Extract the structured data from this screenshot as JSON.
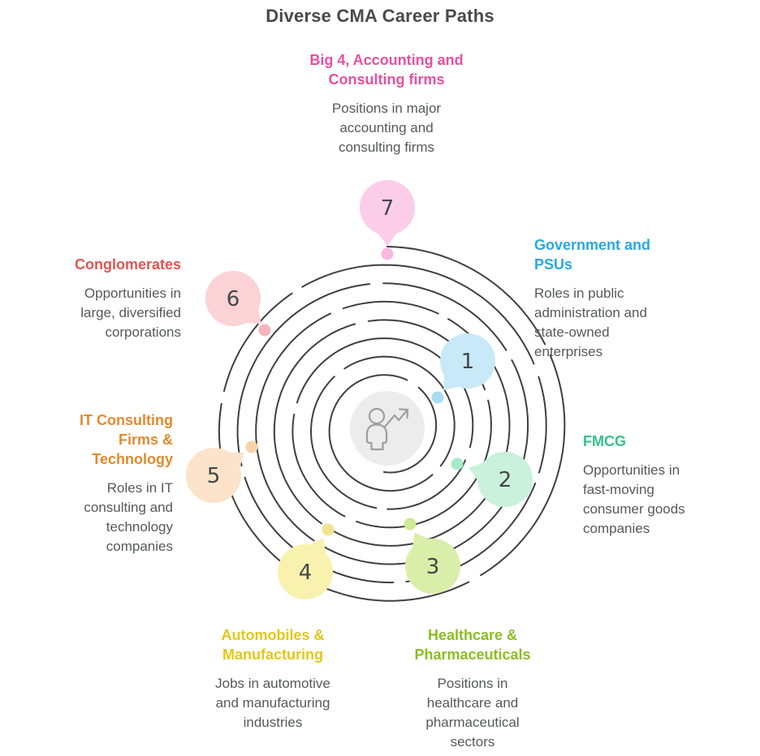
{
  "title": "Diverse CMA Career Paths",
  "colors": {
    "title": "#4a4a4b",
    "description": "#57585c",
    "spiral": "#3f3f3f",
    "center_circle": "#ececec",
    "center_icon": "#9e9e9e",
    "number": "#454547"
  },
  "center_icon": "person-growth-arrow-icon",
  "nodes": [
    {
      "number": "1",
      "title": "Government and\nPSUs",
      "description": "Roles in public\nadministration and\nstate-owned\nenterprises",
      "heading_color": "#29a8df",
      "bubble_color": "#c8e9f8",
      "dot_color": "#a8dcf2"
    },
    {
      "number": "2",
      "title": "FMCG",
      "description": "Opportunities in\nfast-moving\nconsumer goods\ncompanies",
      "heading_color": "#36c289",
      "bubble_color": "#c9f1dc",
      "dot_color": "#a8e9c8"
    },
    {
      "number": "3",
      "title": "Healthcare &\nPharmaceuticals",
      "description": "Positions in\nhealthcare and\npharmaceutical\nsectors",
      "heading_color": "#8bbd22",
      "bubble_color": "#d9efa9",
      "dot_color": "#cdea93"
    },
    {
      "number": "4",
      "title": "Automobiles &\nManufacturing",
      "description": "Jobs in automotive\nand manufacturing\nindustries",
      "heading_color": "#e2c718",
      "bubble_color": "#f9f1ae",
      "dot_color": "#f2e48a"
    },
    {
      "number": "5",
      "title": "IT Consulting\nFirms &\nTechnology",
      "description": "Roles in IT\nconsulting and\ntechnology\ncompanies",
      "heading_color": "#e28a2e",
      "bubble_color": "#fce3c9",
      "dot_color": "#f8d2a8"
    },
    {
      "number": "6",
      "title": "Conglomerates",
      "description": "Opportunities in\nlarge, diversified\ncorporations",
      "heading_color": "#e25550",
      "bubble_color": "#fbd2d6",
      "dot_color": "#f8b4bc"
    },
    {
      "number": "7",
      "title": "Big 4, Accounting and\nConsulting firms",
      "description": "Positions in major\naccounting and\nconsulting firms",
      "heading_color": "#e84fa0",
      "bubble_color": "#fbcde9",
      "dot_color": "#f8b9de"
    }
  ]
}
